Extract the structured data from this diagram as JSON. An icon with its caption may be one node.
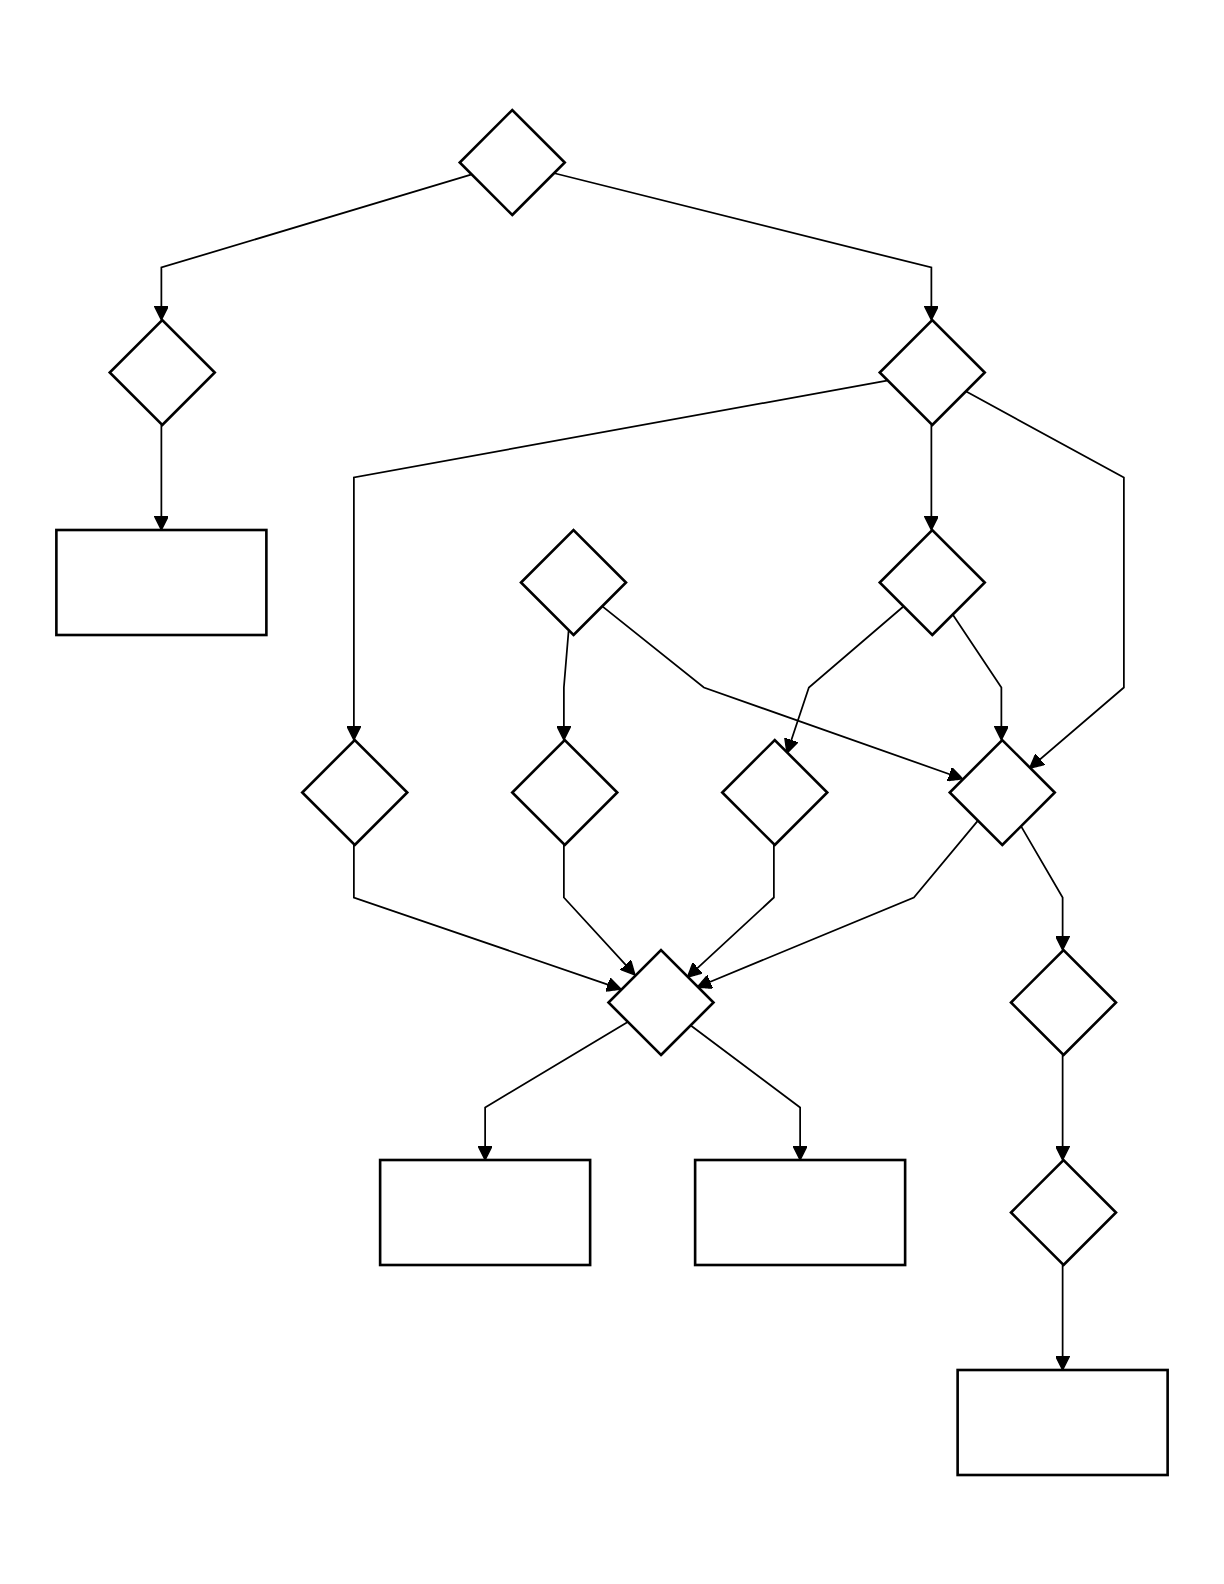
{
  "diagram": {
    "nodes": [
      {
        "text": [],
        "shape": "diamond"
      },
      {
        "text": [],
        "shape": "diamond"
      },
      {
        "text": [],
        "shape": "box"
      },
      {
        "text": [],
        "shape": "diamond"
      },
      {
        "text": [],
        "shape": "diamond"
      },
      {
        "text": [],
        "shape": "diamond"
      },
      {
        "text": [],
        "shape": "box"
      },
      {
        "text": [],
        "shape": "box"
      },
      {
        "text": [],
        "shape": "diamond"
      },
      {
        "text": [],
        "shape": "diamond"
      },
      {
        "text": [],
        "shape": "diamond"
      },
      {
        "text": [],
        "shape": "diamond"
      },
      {
        "text": [],
        "shape": "diamond"
      },
      {
        "text": [],
        "shape": "diamond"
      },
      {
        "text": [],
        "shape": "diamond"
      },
      {
        "text": [],
        "shape": "box"
      }
    ],
    "edges": [
      {
        "from": 0,
        "to": 1,
        "arrow": "to"
      },
      {
        "from": 1,
        "to": 2,
        "arrow": "to"
      },
      {
        "from": 0,
        "to": 3,
        "arrow": "to"
      },
      {
        "from": 3,
        "to": 4,
        "arrow": "to"
      },
      {
        "from": 4,
        "to": 5,
        "arrow": "to"
      },
      {
        "from": 3,
        "to": 8,
        "arrow": "to"
      },
      {
        "from": 3,
        "to": 12,
        "arrow": "to"
      },
      {
        "from": 5,
        "to": 6,
        "arrow": "to"
      },
      {
        "from": 5,
        "to": 7,
        "arrow": "to"
      },
      {
        "from": 8,
        "to": 9,
        "arrow": "to"
      },
      {
        "from": 9,
        "to": 5,
        "arrow": "to"
      },
      {
        "from": 8,
        "to": 12,
        "arrow": "to"
      },
      {
        "from": 10,
        "to": 11,
        "arrow": "to"
      },
      {
        "from": 11,
        "to": 5,
        "arrow": "to"
      },
      {
        "from": 10,
        "to": 12,
        "arrow": "to"
      },
      {
        "from": 12,
        "to": 5,
        "arrow": "to"
      },
      {
        "from": 12,
        "to": 13,
        "arrow": "to"
      },
      {
        "from": 13,
        "to": 14,
        "arrow": "to"
      },
      {
        "from": 14,
        "to": 15,
        "arrow": "to"
      }
    ]
  }
}
